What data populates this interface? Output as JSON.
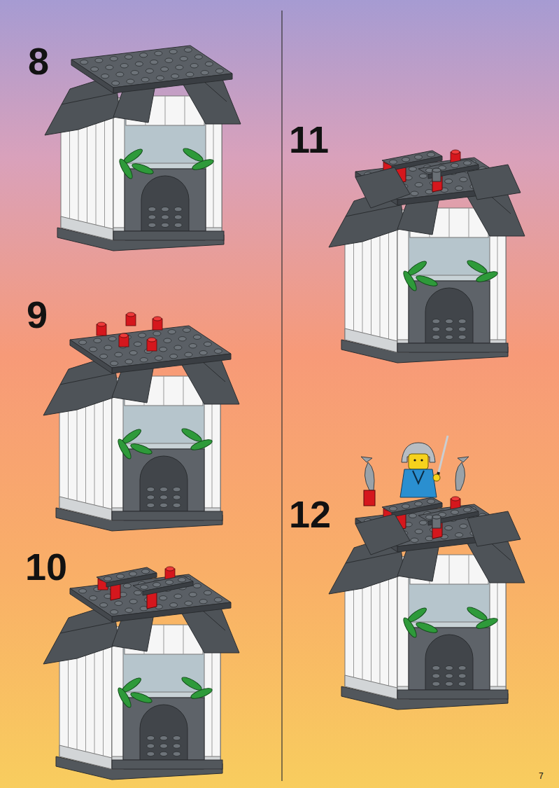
{
  "diagram": {
    "labels": [
      "8",
      "9",
      "10",
      "11",
      "12",
      "7"
    ]
  }
}
